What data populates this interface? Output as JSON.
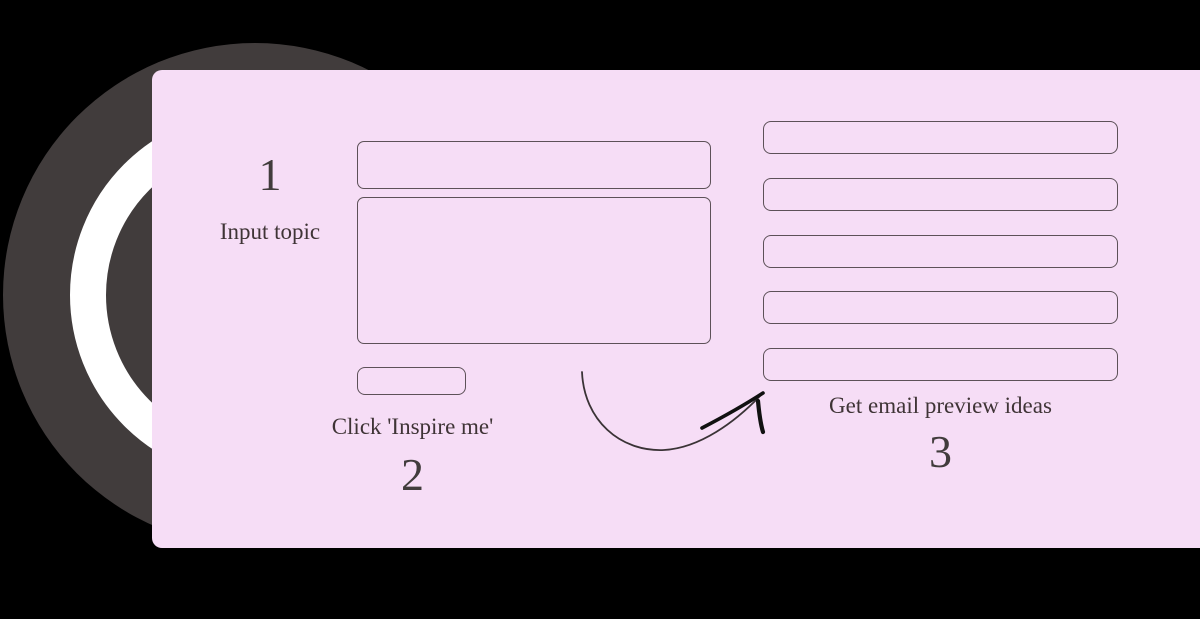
{
  "illustration": {
    "title": "Three step email preview idea flow",
    "background_color": "#000000",
    "panel_color": "#f6ddf6",
    "circle_color": "#413c3c",
    "ring_color": "#ffffff",
    "outline_color": "#5d5158",
    "text_color": "#3f3436",
    "arrow_color": "#111111"
  },
  "steps": {
    "one": {
      "number": "1",
      "caption": "Input topic"
    },
    "two": {
      "number": "2",
      "caption": "Click 'Inspire me'"
    },
    "three": {
      "number": "3",
      "caption": "Get email preview ideas"
    }
  },
  "form": {
    "topic_input": {
      "value": "",
      "placeholder": ""
    },
    "topic_textarea": {
      "value": "",
      "placeholder": ""
    },
    "inspire_button": {
      "label": ""
    }
  },
  "results": {
    "rows": [
      {
        "text": ""
      },
      {
        "text": ""
      },
      {
        "text": ""
      },
      {
        "text": ""
      },
      {
        "text": ""
      }
    ]
  },
  "decor": {
    "arrow_icon": "curved-arrow-icon",
    "circle_icon": "dark-circle-icon",
    "ring_icon": "white-ring-icon"
  }
}
